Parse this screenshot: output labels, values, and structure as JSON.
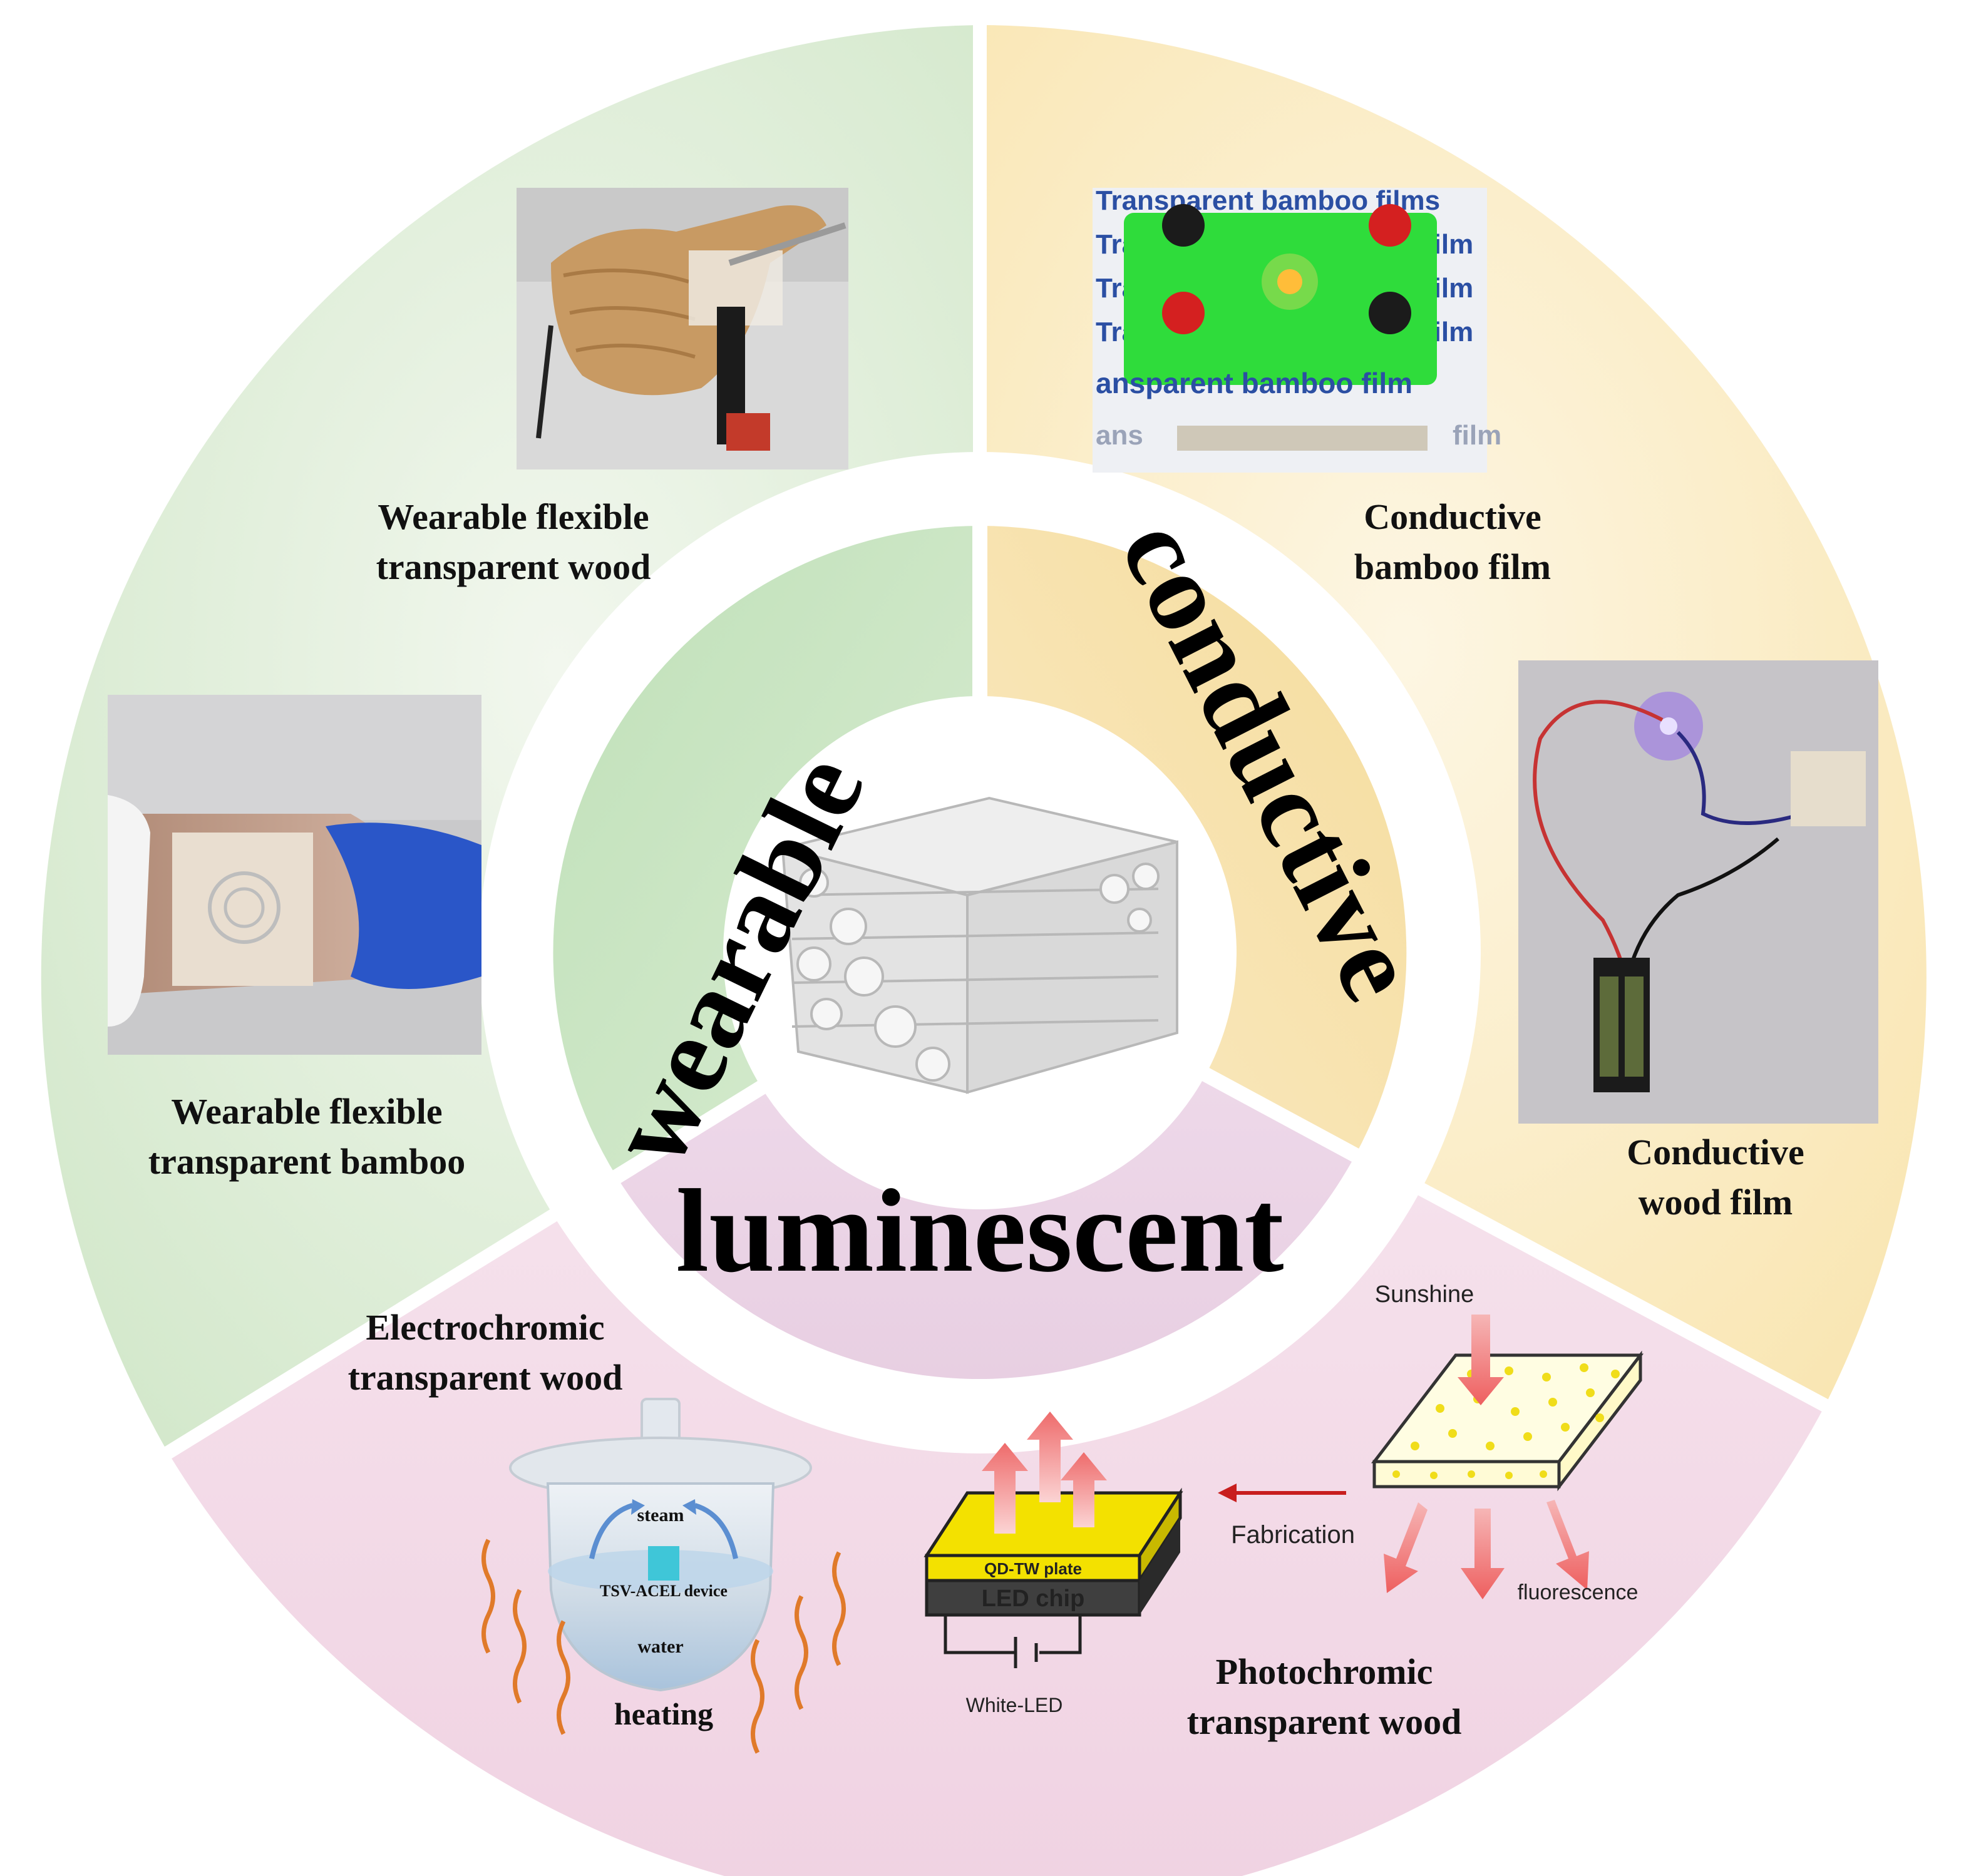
{
  "sectors": {
    "wearable": "wearable",
    "conductive": "conductive",
    "luminescent": "luminescent"
  },
  "labels": {
    "wearable_wood": [
      "Wearable flexible",
      "transparent wood"
    ],
    "wearable_bamboo": [
      "Wearable flexible",
      "transparent bamboo"
    ],
    "conductive_bamboo": [
      "Conductive",
      "bamboo film"
    ],
    "conductive_wood": [
      "Conductive",
      "wood film"
    ],
    "electrochromic": [
      "Electrochromic",
      "transparent wood"
    ],
    "photochromic": [
      "Photochromic",
      "transparent wood"
    ]
  },
  "electrochromic_diagram": {
    "steam": "steam",
    "device": "TSV-ACEL device",
    "water": "water",
    "heating": "heating"
  },
  "photochromic_diagram": {
    "qd_plate": "QD-TW plate",
    "led_chip": "LED chip",
    "white_led": "White-LED",
    "fabrication": "Fabrication",
    "sunshine": "Sunshine",
    "fluorescence": "fluorescence"
  },
  "bamboo_photo_text": [
    "Transparent bamboo films",
    "Tran",
    "Tran",
    "Tran",
    "ansparent bamboo film",
    "ans",
    "film",
    "film",
    "film",
    "film"
  ],
  "colors": {
    "green_outer": "#dcecd7",
    "green_inner": "#c5e3bf",
    "yellow_outer": "#fbeec8",
    "yellow_inner": "#f7e2a8",
    "pink_outer": "#f3d9e6",
    "pink_inner": "#ecd3e5",
    "heating_text": "#e8232a",
    "qd_plate": "#f3e100",
    "arrow_pink": "#f08a8a"
  }
}
